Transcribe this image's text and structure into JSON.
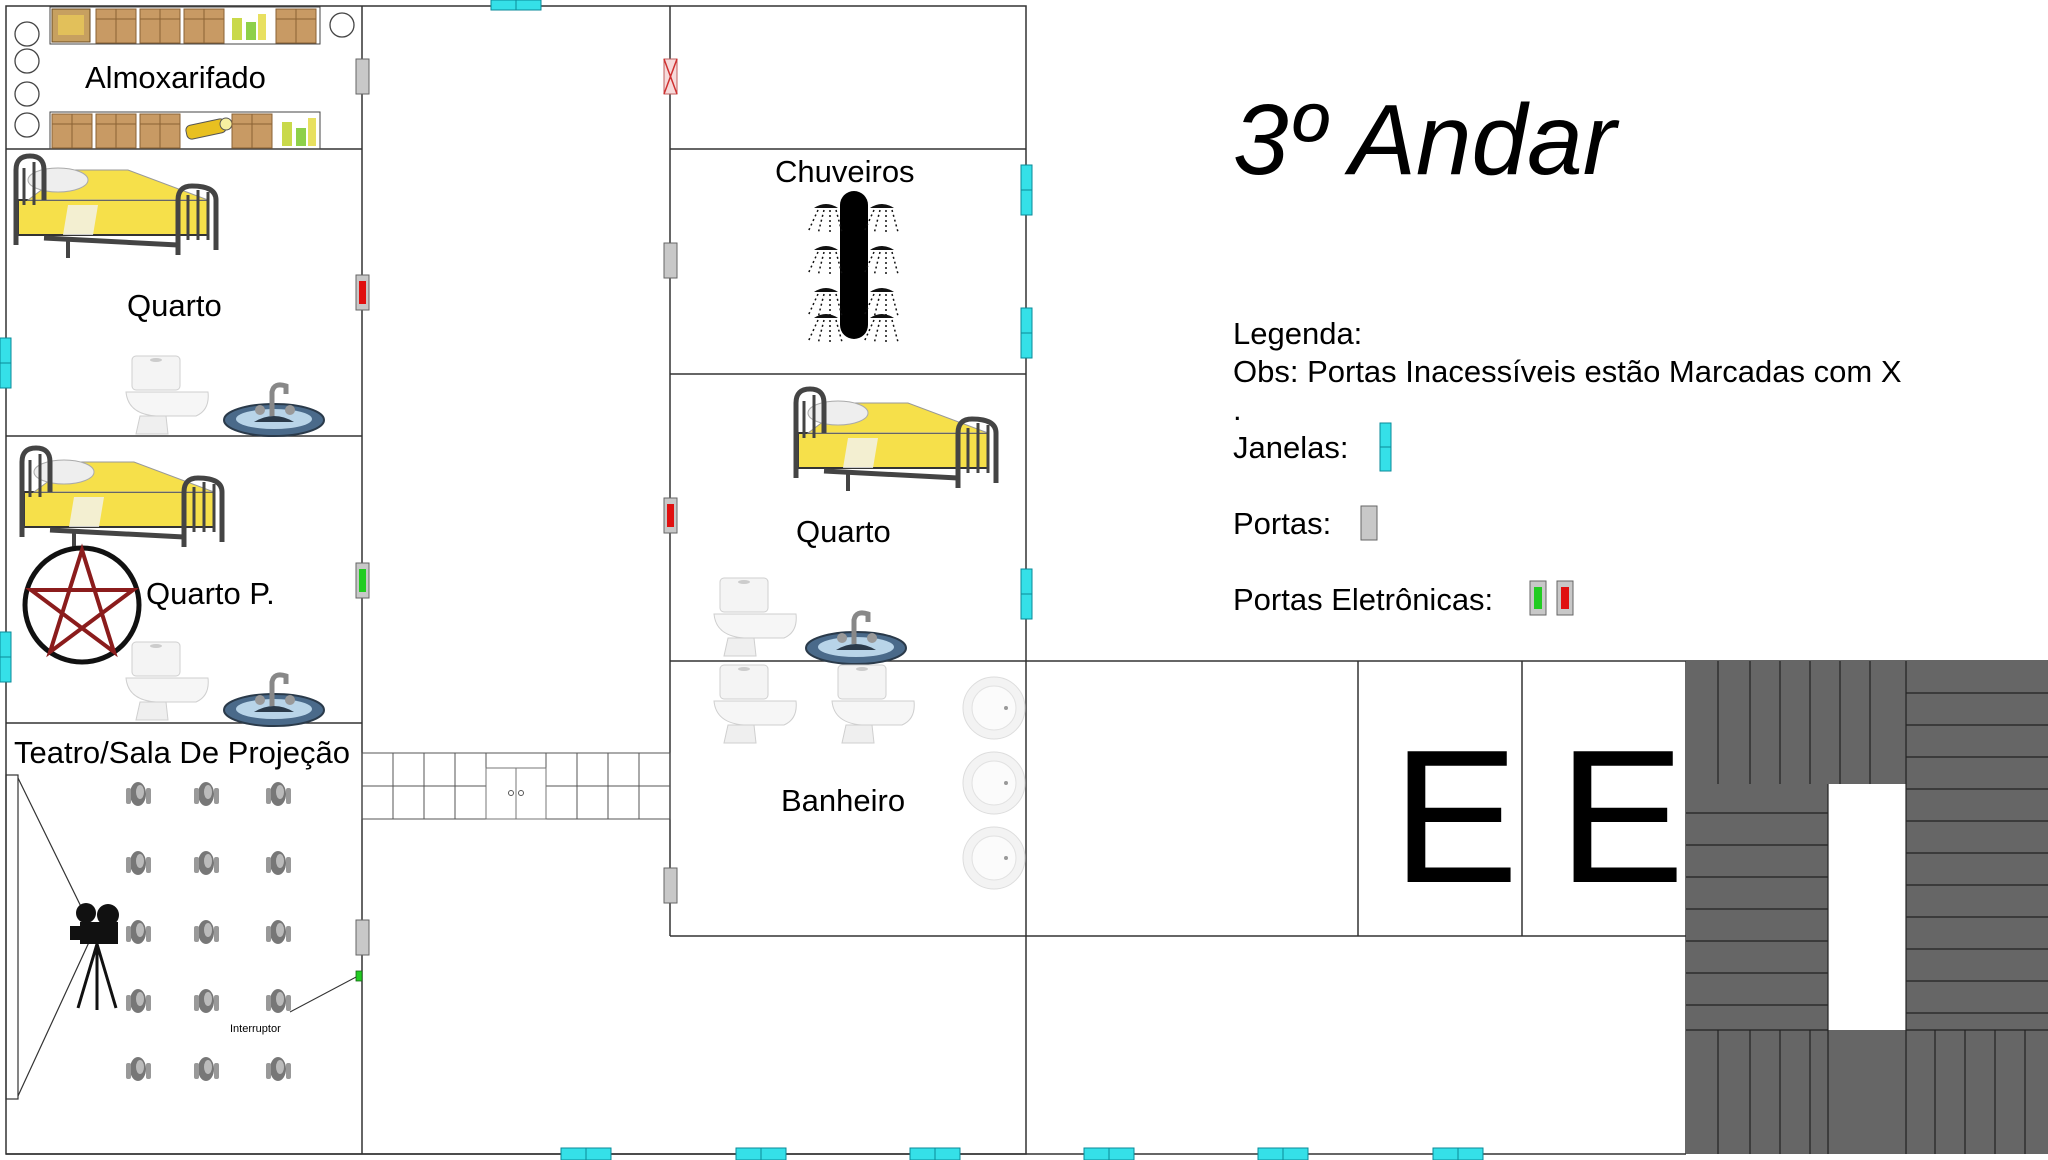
{
  "floor_title": "3º Andar",
  "rooms": {
    "storage": "Almoxarifado",
    "bedroom_1": "Quarto",
    "bedroom_p": "Quarto P.",
    "theater": "Teatro/Sala De Projeção",
    "showers": "Chuveiros",
    "bedroom_2": "Quarto",
    "bathroom": "Banheiro"
  },
  "elevator_labels": [
    "E",
    "E"
  ],
  "switch_label": "Interruptor",
  "legend": {
    "heading": "Legenda:",
    "note": "Obs: Portas Inacessíveis estão Marcadas com X",
    "dot": ".",
    "windows": "Janelas:",
    "doors": "Portas:",
    "electronic_doors": "Portas Eletrônicas:"
  },
  "colors": {
    "window": "#35e0e8",
    "door": "#c8c8c8",
    "door_open": "#22cc22",
    "door_locked": "#e01010",
    "stairs": "#666666",
    "bed": "#f6e04a",
    "pentagram": "#8b1c1c"
  },
  "icons": [
    "storage-box-icon",
    "toolbox-icon",
    "flashlight-icon",
    "bottle-icon",
    "bed-icon",
    "toilet-icon",
    "sink-icon",
    "shower-icon",
    "projector-camera-icon",
    "theater-seat-icon",
    "pentagram-icon",
    "urinal-icon",
    "stairs-icon"
  ]
}
